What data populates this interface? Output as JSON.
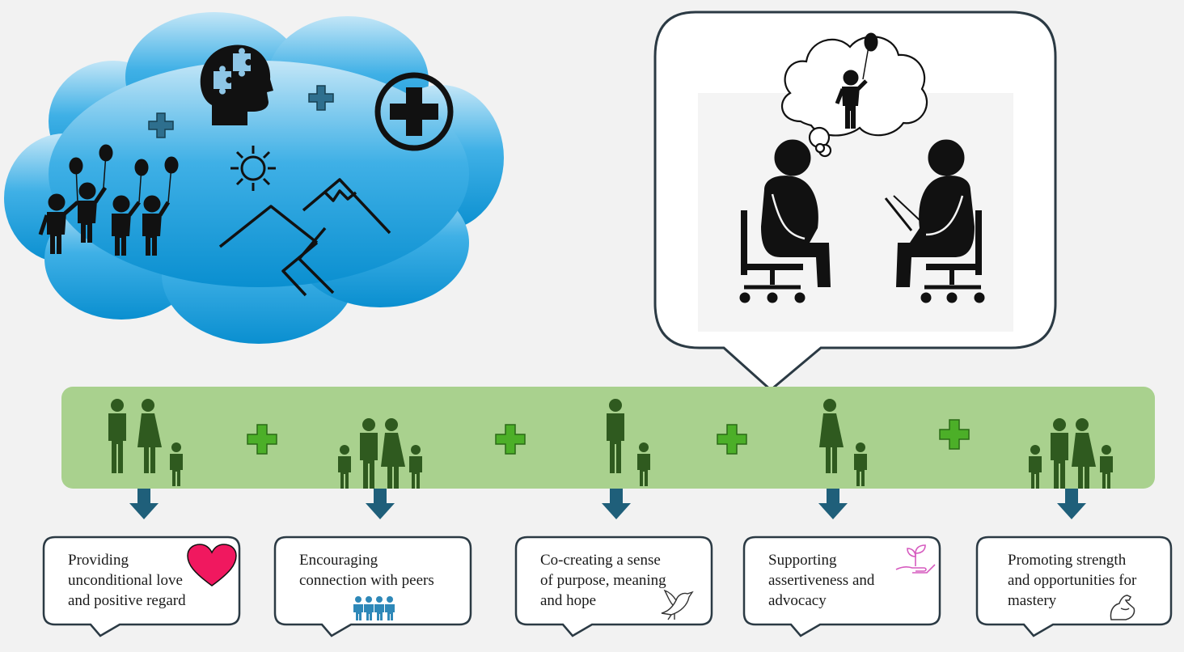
{
  "colors": {
    "cloud_top": "#bfe3f6",
    "cloud_bottom": "#0a8fd0",
    "band": "#a9d18e",
    "family_figure": "#2f5a1f",
    "plus_green": "#4caf28",
    "plus_blue": "#2e6f8e",
    "arrow": "#1f5f7a",
    "box_border": "#2b3a44",
    "heart": "#f0185f",
    "people_blue": "#2e88b8"
  },
  "captions": [
    {
      "text": "Providing\nunconditional love\nand positive regard",
      "icon": "heart-icon"
    },
    {
      "text": "Encouraging\nconnection with peers",
      "icon": "peers-icon"
    },
    {
      "text": "Co-creating a sense\nof purpose, meaning\nand hope",
      "icon": "dove-icon"
    },
    {
      "text": "Supporting\nassertiveness and\nadvocacy",
      "icon": "hand-plant-icon"
    },
    {
      "text": "Promoting strength\nand opportunities for\nmastery",
      "icon": "flexed-arm-icon"
    }
  ],
  "band_groups": [
    {
      "icon": "parents-with-child-icon"
    },
    {
      "icon": "parents-with-two-children-icon"
    },
    {
      "icon": "father-with-child-icon"
    },
    {
      "icon": "mother-with-child-icon"
    },
    {
      "icon": "parents-with-two-children-icon"
    }
  ],
  "cloud_icons": [
    "children-with-balloons-icon",
    "head-puzzle-icon",
    "medical-cross-icon",
    "sun-icon",
    "mountains-icon"
  ],
  "therapy_icons": [
    "thought-bubble-icon",
    "child-with-balloon-icon",
    "client-seated-icon",
    "therapist-seated-icon"
  ]
}
